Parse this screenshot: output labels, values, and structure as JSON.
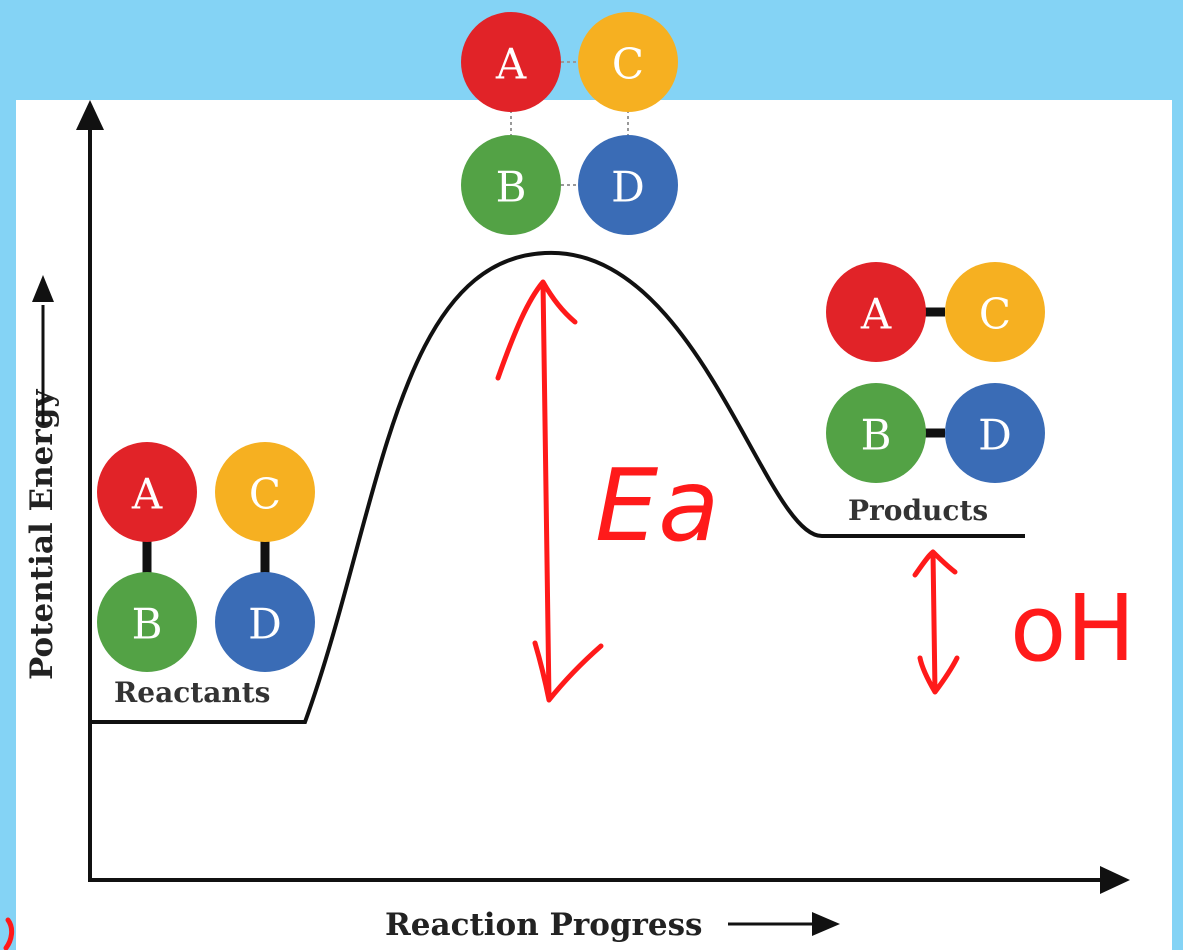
{
  "axes": {
    "y_title": "Potential Energy",
    "x_title": "Reaction Progress"
  },
  "labels": {
    "reactants": "Reactants",
    "products": "Products"
  },
  "atoms": {
    "a": "A",
    "b": "B",
    "c": "C",
    "d": "D"
  },
  "annotations": {
    "activation_energy": "Ea",
    "enthalpy_change": "oH"
  },
  "colors": {
    "background": "#84d3f5",
    "atom_a": "#e12328",
    "atom_b": "#53a245",
    "atom_c": "#f6b021",
    "atom_d": "#3a6cb6",
    "annotation": "#ff1a1a"
  }
}
